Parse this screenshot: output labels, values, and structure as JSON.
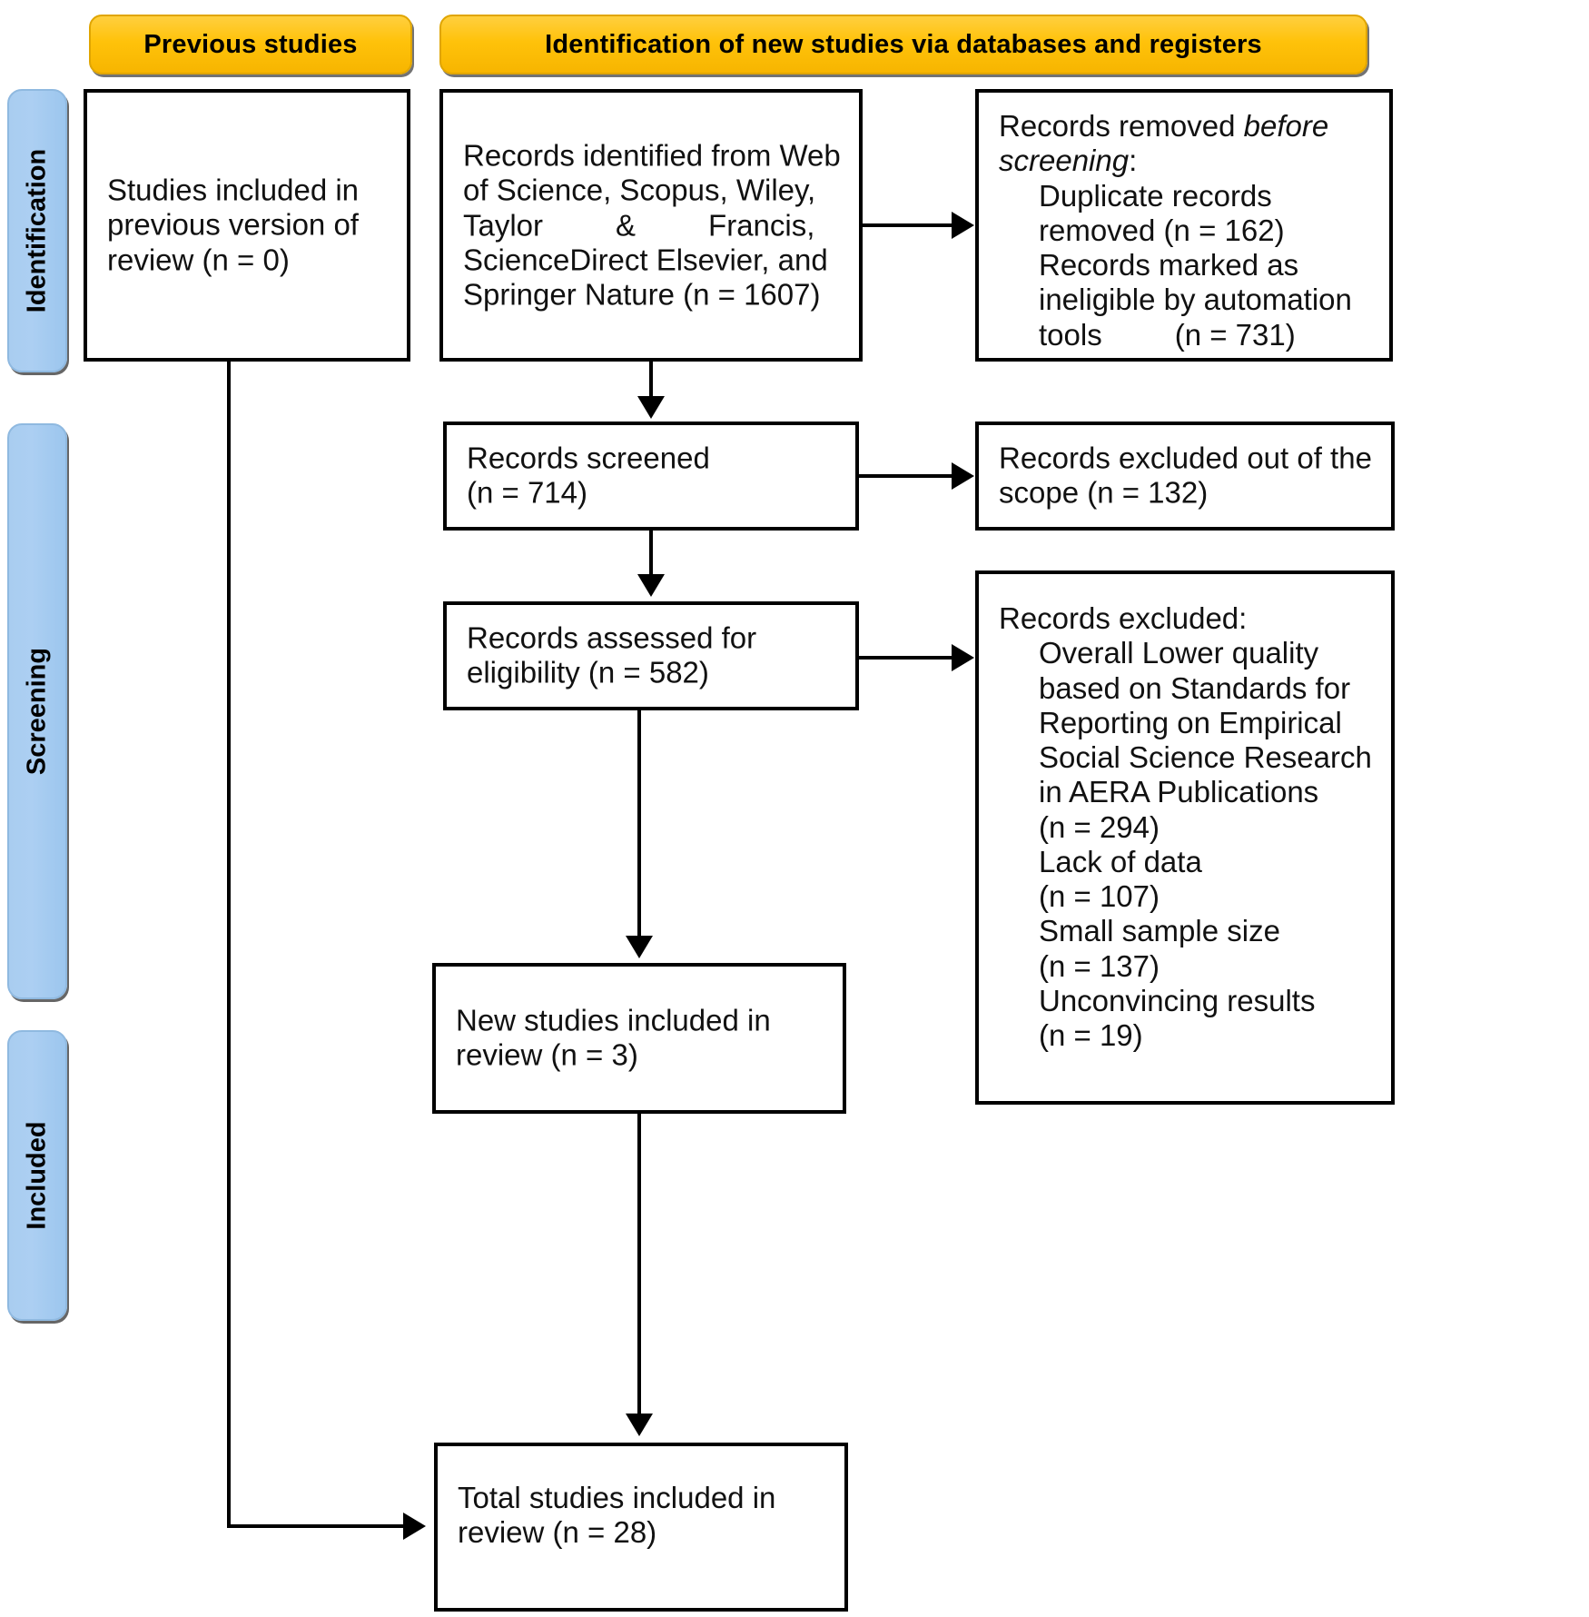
{
  "diagram": {
    "title": "PRISMA 2020 flow diagram",
    "colors": {
      "banner_fill": "#ffc20a",
      "phase_fill": "#a9cdf0",
      "box_border": "#000000",
      "background": "#ffffff"
    }
  },
  "banners": [
    {
      "id": "previous-studies",
      "label": "Previous studies"
    },
    {
      "id": "identification-new",
      "label": "Identification of new studies via databases and registers"
    }
  ],
  "phases": [
    {
      "id": "identification",
      "label": "Identification"
    },
    {
      "id": "screening",
      "label": "Screening"
    },
    {
      "id": "included",
      "label": "Included"
    }
  ],
  "boxes": {
    "previous_version": {
      "line1": "Studies included in",
      "line2": "previous version of",
      "line3": "review (n = 0)"
    },
    "records_identified": {
      "line1": "Records identified from Web",
      "line2": "of Science, Scopus, Wiley,",
      "line3_a": "Taylor",
      "line3_b": "&",
      "line3_c": "Francis,",
      "line4": "ScienceDirect Elsevier, and",
      "line5": "Springer Nature (n = 1607)"
    },
    "records_removed": {
      "heading_a": "Records removed ",
      "heading_b": "before",
      "heading_c": "screening",
      "heading_d": ":",
      "item1_line1": "Duplicate records",
      "item1_line2": "removed (n = 162)",
      "item2_line1": "Records marked as",
      "item2_line2": "ineligible by automation",
      "item2_line3_a": "tools",
      "item2_line3_b": "(n = 731)"
    },
    "records_screened": {
      "line1": "Records screened",
      "line2": "(n = 714)"
    },
    "records_excluded_scope": {
      "line1": "Records excluded out of the",
      "line2": "scope (n = 132)"
    },
    "records_assessed": {
      "line1": "Records assessed for",
      "line2": "eligibility (n = 582)"
    },
    "records_excluded_detail": {
      "heading": "Records excluded:",
      "item1_line1": "Overall Lower quality",
      "item1_line2": "based on Standards for",
      "item1_line3": "Reporting on Empirical",
      "item1_line4": "Social Science Research",
      "item1_line5": "in AERA Publications",
      "item1_line6": "(n = 294)",
      "item2_line1": "Lack of data",
      "item2_line2": "(n = 107)",
      "item3_line1": "Small sample size",
      "item3_line2": "(n = 137)",
      "item4_line1": "Unconvincing results",
      "item4_line2": "(n = 19)"
    },
    "new_studies": {
      "line1": "New studies included in",
      "line2": "review (n = 3)"
    },
    "total_studies": {
      "line1": "Total studies included in",
      "line2": "review (n = 28)"
    }
  }
}
